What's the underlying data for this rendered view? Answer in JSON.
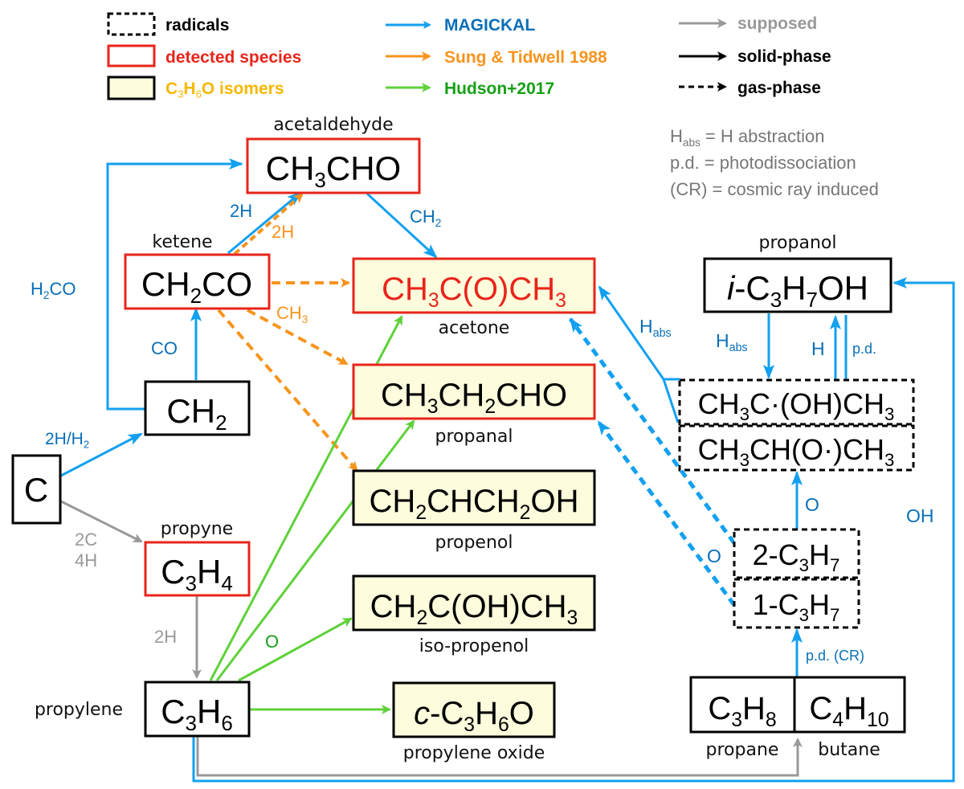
{
  "colors": {
    "magickal": "#12a0f0",
    "magickal_text": "#0a6fb8",
    "sung": "#f7941d",
    "hudson": "#5fd13a",
    "hudson_text": "#16a016",
    "supposed": "#999999",
    "detected": "#e8251b",
    "isomer_fill": "#fdfcdc",
    "isomer_text": "#f5b800",
    "black": "#000000",
    "note_text": "#777777"
  },
  "legend": {
    "box_types": [
      {
        "key": "radicals",
        "label": "radicals"
      },
      {
        "key": "detected",
        "label": "detected species"
      },
      {
        "key": "isomers",
        "label": "C3H6O isomers",
        "rich": [
          [
            "C",
            ""
          ],
          [
            "3",
            "sub"
          ],
          [
            "H",
            ""
          ],
          [
            "6",
            "sub"
          ],
          [
            "O isomers",
            ""
          ]
        ]
      }
    ],
    "sources": [
      {
        "key": "magickal",
        "label": "MAGICKAL"
      },
      {
        "key": "sung",
        "label": "Sung & Tidwell 1988"
      },
      {
        "key": "hudson",
        "label": "Hudson+2017"
      }
    ],
    "line_styles": [
      {
        "key": "supposed",
        "label": "supposed"
      },
      {
        "key": "solid",
        "label": "solid-phase"
      },
      {
        "key": "gas",
        "label": "gas-phase"
      }
    ],
    "notes": [
      {
        "rich": [
          [
            "H",
            ""
          ],
          [
            "abs",
            "sub"
          ],
          [
            " = H abstraction",
            ""
          ]
        ]
      },
      {
        "rich": [
          [
            "p.d. = photodissociation",
            ""
          ]
        ]
      },
      {
        "rich": [
          [
            "(CR) = cosmic ray induced",
            ""
          ]
        ]
      }
    ]
  },
  "nodes": [
    {
      "id": "ch3cho",
      "name": "acetaldehyde",
      "style": "detected",
      "formula": [
        [
          "CH",
          ""
        ],
        [
          "3",
          "sub"
        ],
        [
          "CHO",
          ""
        ]
      ]
    },
    {
      "id": "ch2co",
      "name": "ketene",
      "style": "detected",
      "formula": [
        [
          "CH",
          ""
        ],
        [
          "2",
          "sub"
        ],
        [
          "CO",
          ""
        ]
      ]
    },
    {
      "id": "ch2",
      "name": "",
      "style": "plain",
      "formula": [
        [
          "CH",
          ""
        ],
        [
          "2",
          "sub"
        ]
      ]
    },
    {
      "id": "c",
      "name": "",
      "style": "plain",
      "formula": [
        [
          "C",
          ""
        ]
      ]
    },
    {
      "id": "c3h4",
      "name": "propyne",
      "style": "detected",
      "formula": [
        [
          "C",
          ""
        ],
        [
          "3",
          "sub"
        ],
        [
          "H",
          ""
        ],
        [
          "4",
          "sub"
        ]
      ]
    },
    {
      "id": "c3h6",
      "name": "propylene",
      "style": "plain",
      "formula": [
        [
          "C",
          ""
        ],
        [
          "3",
          "sub"
        ],
        [
          "H",
          ""
        ],
        [
          "6",
          "sub"
        ]
      ]
    },
    {
      "id": "acetone",
      "name": "acetone",
      "style": "detected-isomer",
      "formula": [
        [
          "CH",
          ""
        ],
        [
          "3",
          "sub"
        ],
        [
          "C(O)CH",
          ""
        ],
        [
          "3",
          "sub"
        ]
      ]
    },
    {
      "id": "propanal",
      "name": "propanal",
      "style": "detected-isomer",
      "formula": [
        [
          "CH",
          ""
        ],
        [
          "3",
          "sub"
        ],
        [
          "CH",
          ""
        ],
        [
          "2",
          "sub"
        ],
        [
          "CHO",
          ""
        ]
      ]
    },
    {
      "id": "propenol",
      "name": "propenol",
      "style": "isomer",
      "formula": [
        [
          "CH",
          ""
        ],
        [
          "2",
          "sub"
        ],
        [
          "CHCH",
          ""
        ],
        [
          "2",
          "sub"
        ],
        [
          "OH",
          ""
        ]
      ]
    },
    {
      "id": "isopropenol",
      "name": "iso-propenol",
      "style": "isomer",
      "formula": [
        [
          "CH",
          ""
        ],
        [
          "2",
          "sub"
        ],
        [
          "C(OH)CH",
          ""
        ],
        [
          "3",
          "sub"
        ]
      ]
    },
    {
      "id": "propoxide",
      "name": "propylene oxide",
      "style": "isomer",
      "formula": [
        [
          "c",
          "ital"
        ],
        [
          "-C",
          ""
        ],
        [
          "3",
          "sub"
        ],
        [
          "H",
          ""
        ],
        [
          "6",
          "sub"
        ],
        [
          "O",
          ""
        ]
      ]
    },
    {
      "id": "propanol",
      "name": "propanol",
      "style": "plain",
      "formula": [
        [
          "i",
          "ital"
        ],
        [
          "-C",
          ""
        ],
        [
          "3",
          "sub"
        ],
        [
          "H",
          ""
        ],
        [
          "7",
          "sub"
        ],
        [
          "OH",
          ""
        ]
      ]
    },
    {
      "id": "rad1",
      "name": "",
      "style": "radical",
      "formula": [
        [
          "CH",
          ""
        ],
        [
          "3",
          "sub"
        ],
        [
          "C·(OH)CH",
          ""
        ],
        [
          "3",
          "sub"
        ]
      ]
    },
    {
      "id": "rad2",
      "name": "",
      "style": "radical",
      "formula": [
        [
          "CH",
          ""
        ],
        [
          "3",
          "sub"
        ],
        [
          "CH(O·)CH",
          ""
        ],
        [
          "3",
          "sub"
        ]
      ]
    },
    {
      "id": "c3h7_2",
      "name": "",
      "style": "radical",
      "formula": [
        [
          "2-C",
          ""
        ],
        [
          "3",
          "sub"
        ],
        [
          "H",
          ""
        ],
        [
          "7",
          "sub"
        ]
      ]
    },
    {
      "id": "c3h7_1",
      "name": "",
      "style": "radical",
      "formula": [
        [
          "1-C",
          ""
        ],
        [
          "3",
          "sub"
        ],
        [
          "H",
          ""
        ],
        [
          "7",
          "sub"
        ]
      ]
    },
    {
      "id": "c3h8",
      "name": "propane",
      "style": "plain",
      "formula": [
        [
          "C",
          ""
        ],
        [
          "3",
          "sub"
        ],
        [
          "H",
          ""
        ],
        [
          "8",
          "sub"
        ]
      ]
    },
    {
      "id": "c4h10",
      "name": "butane",
      "style": "plain",
      "formula": [
        [
          "C",
          ""
        ],
        [
          "4",
          "sub"
        ],
        [
          "H",
          ""
        ],
        [
          "10",
          "sub"
        ]
      ]
    }
  ],
  "reactions": [
    {
      "id": "r-ch2-ch3cho",
      "from": "CH2",
      "to": "CH3CHO",
      "source": "magickal",
      "phase": "solid",
      "label": [
        [
          "H",
          ""
        ],
        [
          "2",
          "sub"
        ],
        [
          "CO",
          ""
        ]
      ]
    },
    {
      "id": "r-ch2co-ch3cho-m",
      "from": "CH2CO",
      "to": "CH3CHO",
      "source": "magickal",
      "phase": "solid",
      "label": [
        [
          "2H",
          ""
        ]
      ]
    },
    {
      "id": "r-ch2co-ch3cho-s",
      "from": "CH2CO",
      "to": "CH3CHO",
      "source": "sung",
      "phase": "gas",
      "label": [
        [
          "2H",
          ""
        ]
      ]
    },
    {
      "id": "r-ch3cho-acetone",
      "from": "CH3CHO",
      "to": "CH3C(O)CH3",
      "source": "magickal",
      "phase": "solid",
      "label": [
        [
          "CH",
          ""
        ],
        [
          "2",
          "sub"
        ]
      ]
    },
    {
      "id": "r-ch2-ch2co",
      "from": "CH2",
      "to": "CH2CO",
      "source": "magickal",
      "phase": "solid",
      "label": [
        [
          "CO",
          ""
        ]
      ]
    },
    {
      "id": "r-c-ch2",
      "from": "C",
      "to": "CH2",
      "source": "magickal",
      "phase": "solid",
      "label": [
        [
          "2H/H",
          ""
        ],
        [
          "2",
          "sub"
        ]
      ]
    },
    {
      "id": "r-ch2co-acetone",
      "from": "CH2CO",
      "to": "CH3C(O)CH3",
      "source": "sung",
      "phase": "gas",
      "label": []
    },
    {
      "id": "r-ch2co-propanal",
      "from": "CH2CO",
      "to": "CH3CH2CHO",
      "source": "sung",
      "phase": "gas",
      "label": [
        [
          "CH",
          ""
        ],
        [
          "3",
          "sub"
        ]
      ]
    },
    {
      "id": "r-ch2co-propenol",
      "from": "CH2CO",
      "to": "CH2CHCH2OH",
      "source": "sung",
      "phase": "gas",
      "label": []
    },
    {
      "id": "r-c-c3h4",
      "from": "C",
      "to": "C3H4",
      "source": "supposed",
      "phase": "solid",
      "label": [
        [
          "2C",
          ""
        ]
      ],
      "label2": [
        [
          "4H",
          ""
        ]
      ]
    },
    {
      "id": "r-c3h4-c3h6",
      "from": "C3H4",
      "to": "C3H6",
      "source": "supposed",
      "phase": "solid",
      "label": [
        [
          "2H",
          ""
        ]
      ]
    },
    {
      "id": "r-c3h6-acetone",
      "from": "C3H6",
      "to": "CH3C(O)CH3",
      "source": "hudson",
      "phase": "solid",
      "label": []
    },
    {
      "id": "r-c3h6-propanal",
      "from": "C3H6",
      "to": "CH3CH2CHO",
      "source": "hudson",
      "phase": "solid",
      "label": []
    },
    {
      "id": "r-c3h6-isopropenol",
      "from": "C3H6",
      "to": "CH2C(OH)CH3",
      "source": "hudson",
      "phase": "solid",
      "label": [
        [
          "O",
          ""
        ]
      ]
    },
    {
      "id": "r-c3h6-propoxide",
      "from": "C3H6",
      "to": "c-C3H6O",
      "source": "hudson",
      "phase": "solid",
      "label": []
    },
    {
      "id": "r-c3h6-c3h8",
      "from": "C3H6",
      "to": "C3H8",
      "source": "supposed",
      "phase": "solid",
      "label": []
    },
    {
      "id": "r-c3h6-propanol",
      "from": "C3H6",
      "to": "i-C3H7OH",
      "source": "magickal",
      "phase": "solid",
      "label": [
        [
          "OH",
          ""
        ]
      ]
    },
    {
      "id": "r-rad-acetone",
      "from": "CH3C·(OH)CH3 / CH3CH(O·)CH3",
      "to": "CH3C(O)CH3",
      "source": "magickal",
      "phase": "solid",
      "label": [
        [
          "H",
          ""
        ],
        [
          "abs",
          "sub"
        ]
      ]
    },
    {
      "id": "r-propanol-rad1",
      "from": "i-C3H7OH",
      "to": "CH3C·(OH)CH3",
      "source": "magickal",
      "phase": "solid",
      "label": [
        [
          "H",
          ""
        ],
        [
          "abs",
          "sub"
        ]
      ]
    },
    {
      "id": "r-rad1-propanol",
      "from": "CH3C·(OH)CH3",
      "to": "i-C3H7OH",
      "source": "magickal",
      "phase": "solid",
      "label": [
        [
          "H",
          ""
        ]
      ]
    },
    {
      "id": "r-propanol-rad1-pd",
      "from": "i-C3H7OH",
      "to": "CH3C·(OH)CH3",
      "source": "magickal",
      "phase": "solid",
      "label": [
        [
          "p.d.",
          ""
        ]
      ]
    },
    {
      "id": "r-c3h7-rad2",
      "from": "2-C3H7",
      "to": "CH3CH(O·)CH3",
      "source": "magickal",
      "phase": "solid",
      "label": [
        [
          "O",
          ""
        ]
      ]
    },
    {
      "id": "r-c3h7-acetone",
      "from": "2-C3H7",
      "to": "CH3C(O)CH3",
      "source": "magickal",
      "phase": "gas",
      "label": [
        [
          "O",
          ""
        ]
      ]
    },
    {
      "id": "r-c3h7-propanal",
      "from": "1-C3H7",
      "to": "CH3CH2CHO",
      "source": "magickal",
      "phase": "gas",
      "label": []
    },
    {
      "id": "r-alkane-c3h7",
      "from": "C3H8 / C4H10",
      "to": "1-C3H7 / 2-C3H7",
      "source": "magickal",
      "phase": "solid",
      "label": [
        [
          "p.d. (CR)",
          ""
        ]
      ]
    }
  ]
}
